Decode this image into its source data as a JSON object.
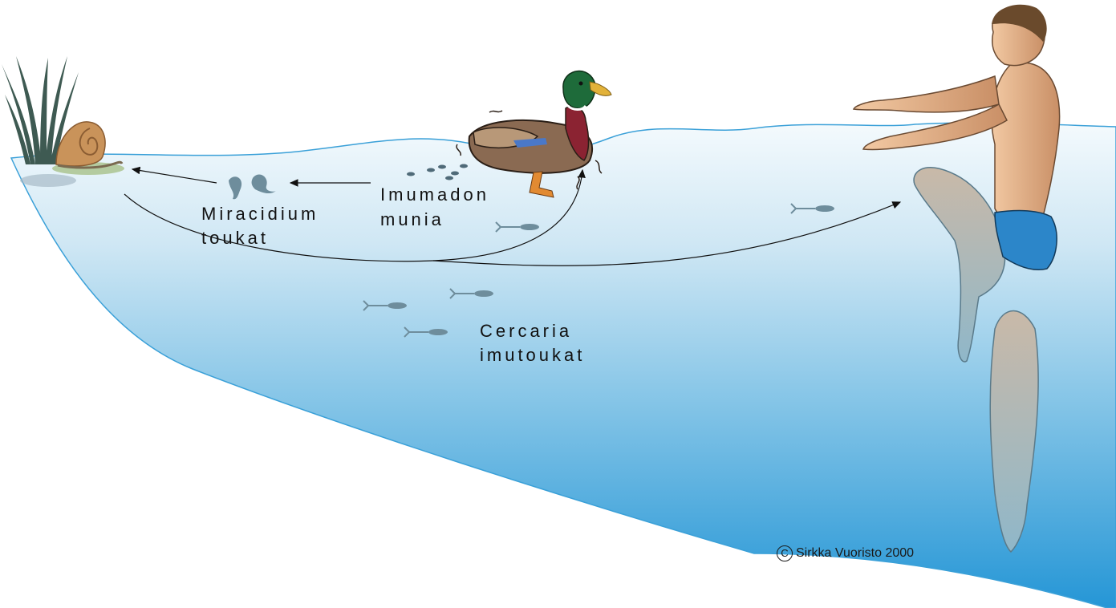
{
  "labels": {
    "egg_line1": "Imumadon",
    "egg_line2": "munia",
    "miracidium_line1": "Miracidium",
    "miracidium_line2": "toukat",
    "cercaria_line1": "Cercaria",
    "cercaria_line2": "imutoukat"
  },
  "credit": {
    "symbol": "C",
    "text": "Sirkka Vuoristo 2000"
  },
  "colors": {
    "water_top": "#e8f4fb",
    "water_bottom": "#2d9fd9",
    "shoreline": "#3aa0d8",
    "arrow": "#111111",
    "larva": "#6e8d9c",
    "egg": "#4f6a78",
    "duck_head": "#1e6b3a",
    "duck_breast": "#8b2332",
    "snail_shell": "#c9935a",
    "reeds": "#3e5a52",
    "skin": "#e3b48d",
    "trunks": "#2c86c9",
    "hair": "#6a4a2c"
  },
  "icons": [
    "reed-icon",
    "snail-icon",
    "duck-icon",
    "swimmer-icon",
    "larva-icon",
    "egg-icon",
    "copyright-icon"
  ]
}
